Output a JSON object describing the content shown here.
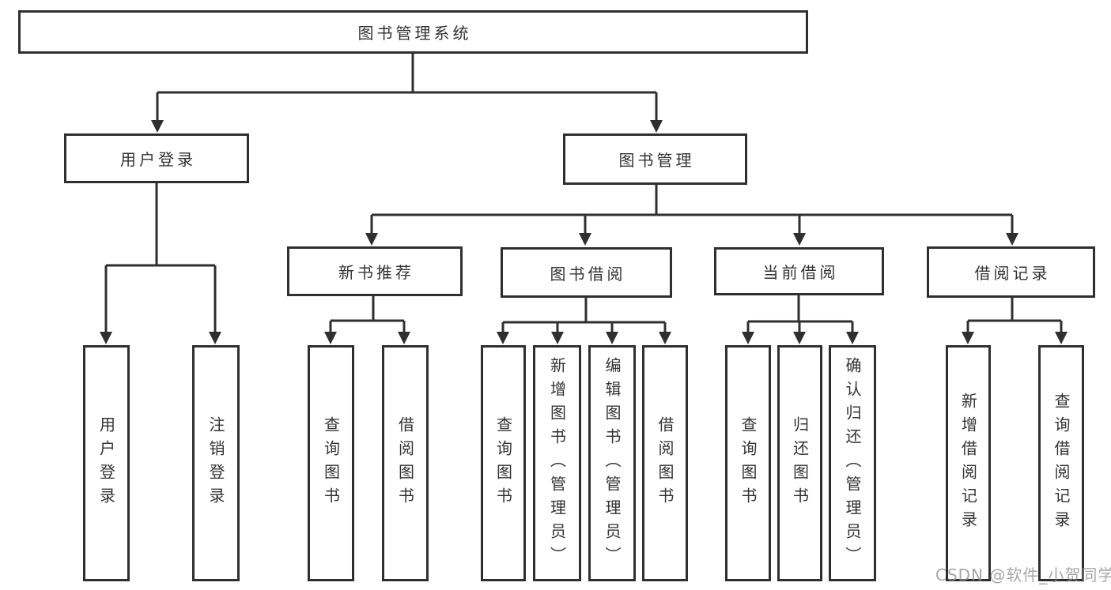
{
  "diagram_type": "hierarchy-tree",
  "tree": {
    "root": {
      "label": "图书管理系统"
    },
    "branches": [
      {
        "label": "用户登录",
        "children": [
          {
            "label": "用户登录"
          },
          {
            "label": "注销登录"
          }
        ]
      },
      {
        "label": "图书管理",
        "children": [
          {
            "label": "新书推荐",
            "children": [
              {
                "label": "查询图书"
              },
              {
                "label": "借阅图书"
              }
            ]
          },
          {
            "label": "图书借阅",
            "children": [
              {
                "label": "查询图书"
              },
              {
                "label": "新增图书（管理员）"
              },
              {
                "label": "编辑图书（管理员）"
              },
              {
                "label": "借阅图书"
              }
            ]
          },
          {
            "label": "当前借阅",
            "children": [
              {
                "label": "查询图书"
              },
              {
                "label": "归还图书"
              },
              {
                "label": "确认归还（管理员）"
              }
            ]
          },
          {
            "label": "借阅记录",
            "children": [
              {
                "label": "新增借阅记录"
              },
              {
                "label": "查询借阅记录"
              }
            ]
          }
        ]
      }
    ]
  },
  "watermark": "CSDN @软件_小贺同学",
  "colors": {
    "line": "#2f2f2f",
    "text": "#333333",
    "background": "#ffffff",
    "watermark": "#949494"
  }
}
